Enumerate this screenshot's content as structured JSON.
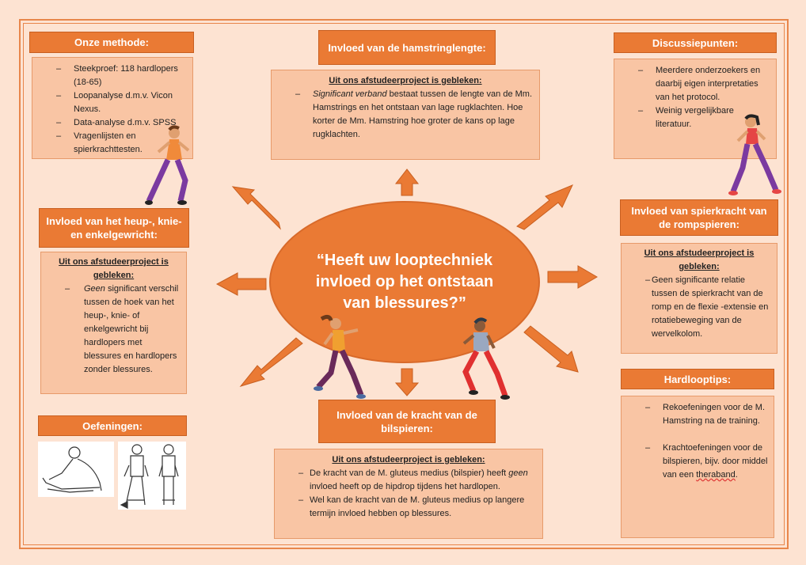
{
  "center_question": "“Heeft uw looptechniek invloed op het ontstaan van blessures?”",
  "methode": {
    "title": "Onze methode:",
    "items": [
      "Steekproef: 118 hardlopers (18-65)",
      "Loopanalyse d.m.v. Vicon Nexus.",
      "Data-analyse d.m.v. SPSS",
      "Vragenlijsten en spierkrachttesten."
    ]
  },
  "hamstring": {
    "title": "Invloed van de hamstringlengte:",
    "subtitle": "Uit ons afstudeerproject is gebleken:",
    "emph": "Significant verband",
    "text": " bestaat tussen de lengte van de Mm. Hamstrings en het ontstaan van lage rugklachten. Hoe korter de Mm. Hamstring hoe groter de kans op lage rugklachten."
  },
  "discussie": {
    "title": "Discussiepunten:",
    "items": [
      "Meerdere onderzoekers en daarbij eigen interpretaties van het protocol.",
      "Weinig vergelijkbare literatuur."
    ]
  },
  "heup": {
    "title": "Invloed van het heup-, knie- en enkelgewricht:",
    "subtitle": "Uit ons afstudeerproject is gebleken:",
    "emph": "Geen",
    "text": " significant verschil tussen de hoek van het heup-, knie- of enkelgewricht bij hardlopers met blessures en hardlopers zonder blessures."
  },
  "romp": {
    "title": "Invloed van spierkracht van de rompspieren:",
    "subtitle": "Uit ons afstudeerproject is gebleken:",
    "items": [
      "Geen significante relatie tussen de spierkracht van de romp en de flexie -extensie en rotatiebeweging van de wervelkolom."
    ]
  },
  "oefeningen": {
    "title": "Oefeningen:"
  },
  "bilspieren": {
    "title": "Invloed van de kracht van de bilspieren:",
    "subtitle": "Uit ons afstudeerproject is gebleken:",
    "item1_pre": "De kracht van de M. gluteus medius (bilspier) heeft ",
    "item1_emph": "geen",
    "item1_post": " invloed heeft op de hipdrop tijdens het hardlopen.",
    "item2": "Wel kan de kracht van de M. gluteus medius op langere termijn invloed hebben op blessures."
  },
  "tips": {
    "title": "Hardlooptips:",
    "item1": "Rekoefeningen voor de M. Hamstring na de training.",
    "item2_pre": "Krachtoefeningen voor de bilspieren, bijv. door middel van een ",
    "item2_red": "theraband",
    "item2_post": "."
  },
  "colors": {
    "accent": "#ea7a34",
    "background": "#fde3d2",
    "box": "#f9c5a4"
  }
}
